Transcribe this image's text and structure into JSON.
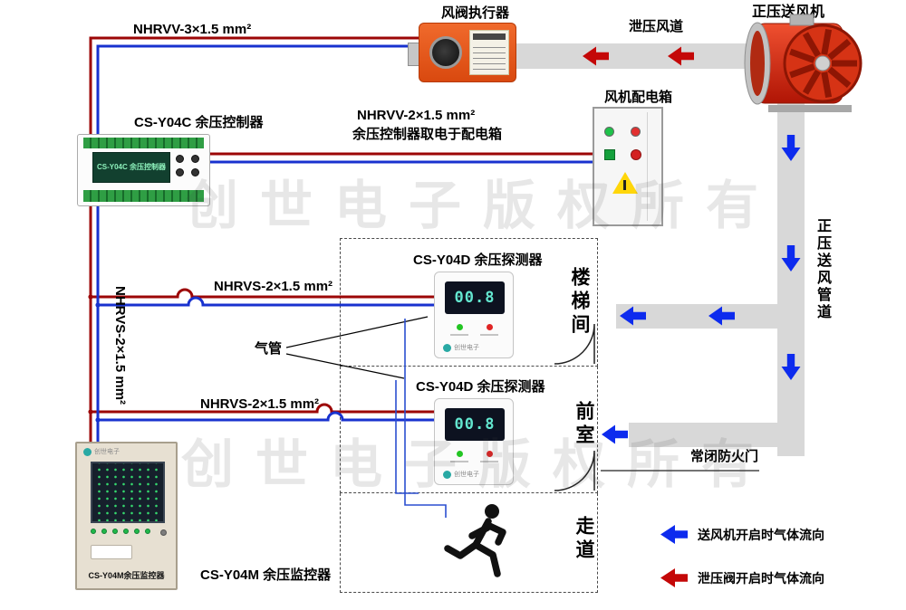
{
  "watermark": {
    "text": "创世电子版权所有"
  },
  "fan": {
    "label": "正压送风机"
  },
  "actuator": {
    "label": "风阀执行器"
  },
  "relief_duct": {
    "label": "泄压风道"
  },
  "supply_duct": {
    "label": "正压送风管道"
  },
  "dist_box": {
    "label": "风机配电箱"
  },
  "controller": {
    "label": "CS-Y04C 余压控制器",
    "screen_text": "CS-Y04C 余压控制器"
  },
  "monitor": {
    "label": "CS-Y04M 余压监控器",
    "panel_label": "CS-Y04M余压监控器",
    "brand": "创世电子"
  },
  "cables": {
    "nhrvv3": "NHRVV-3×1.5 mm²",
    "nhrvv2": "NHRVV-2×1.5 mm²",
    "nhrvv2_note": "余压控制器取电于配电箱",
    "nhrvs2_row1": "NHRVS-2×1.5 mm²",
    "nhrvs2_row2": "NHRVS-2×1.5 mm²",
    "nhrvs2_vertical": "NHRVS-2×1.5 mm²"
  },
  "air_tube": {
    "label": "气管"
  },
  "fire_door": {
    "label": "常闭防火门"
  },
  "detectors": [
    {
      "title": "CS-Y04D 余压探测器",
      "display": "00.8",
      "brand": "创世电子"
    },
    {
      "title": "CS-Y04D 余压探测器",
      "display": "00.8",
      "brand": "创世电子"
    }
  ],
  "rooms": {
    "stairwell": "楼梯间",
    "front_room": "前室",
    "corridor": "走道"
  },
  "legend": [
    {
      "color": "#0d2bee",
      "text": "送风机开启时气体流向"
    },
    {
      "color": "#c40808",
      "text": "泄压阀开启时气体流向"
    }
  ],
  "colors": {
    "duct": "#d8d8d8",
    "wire_red": "#9c0606",
    "wire_blue": "#1832cf",
    "arrow_blue": "#0d2bee",
    "arrow_red": "#c40808",
    "actuator_orange": "#e8571e",
    "fan_red": "#d63315"
  }
}
